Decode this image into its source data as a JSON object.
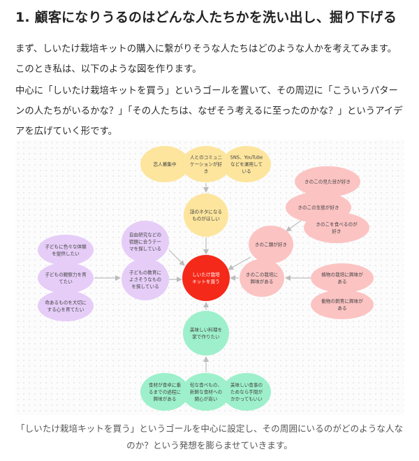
{
  "article": {
    "heading": "1. 顧客になりうるのはどんな人たちかを洗い出し、掘り下げる",
    "paragraph1": "まず、しいたけ栽培キットの購入に繋がりそうな人たちはどのような人かを考えてみます。このとき私は、以下のような図を作ります。",
    "paragraph2": "中心に「しいたけ栽培キットを買う」というゴールを置いて、その周辺に「こういうパターンの人たちがいるかな？」「その人たちは、なぜそう考えるに至ったのかな？」というアイデアを広げていく形です。",
    "caption": "「しいたけ栽培キットを買う」というゴールを中心に設定し、その周囲にいるのがどのような人なのか？という発想を膨らませていきます。"
  },
  "diagram": {
    "colors": {
      "goal": "#f5291a",
      "yellow": "#fde59d",
      "purple": "#e6cdf8",
      "pink": "#fcc3c3",
      "green": "#9df0cb",
      "arrow": "#bcbcbc"
    },
    "nodes": {
      "goal": {
        "lines": [
          "しいたけ栽培",
          "キットを買う"
        ]
      },
      "topic": {
        "lines": [
          "話のネタになる",
          "ものがほしい"
        ]
      },
      "recruit": {
        "lines": [
          "恋人募集中"
        ]
      },
      "communication": {
        "lines": [
          "人とのコミュニ",
          "ケーションが好",
          "き"
        ]
      },
      "sns": {
        "lines": [
          "SNS、YouTube",
          "などを運用して",
          "いる"
        ]
      },
      "mushroom_type": {
        "lines": [
          "きのこ類が好き"
        ]
      },
      "mushroom_grow": {
        "lines": [
          "きのこの栽培に",
          "興味がある"
        ]
      },
      "mushroom_look": {
        "lines": [
          "きのこの見た目が好き"
        ]
      },
      "mushroom_ecology": {
        "lines": [
          "きのこの生態が好き"
        ]
      },
      "mushroom_eat": {
        "lines": [
          "きのこを食べるのが",
          "好き"
        ]
      },
      "plant_grow": {
        "lines": [
          "植物の栽培に興味が",
          "ある"
        ]
      },
      "animal_raise": {
        "lines": [
          "動物の飼育に興味が",
          "ある"
        ]
      },
      "free_research": {
        "lines": [
          "自由研究などの",
          "宿題に合うテー",
          "マを探している"
        ]
      },
      "child_edu": {
        "lines": [
          "子どもの教育に",
          "よさそうなもの",
          "を探している"
        ]
      },
      "child_experience": {
        "lines": [
          "子どもに色々な体験",
          "を提供したい"
        ]
      },
      "child_observe": {
        "lines": [
          "子どもの観察力を育",
          "てたい"
        ]
      },
      "child_life": {
        "lines": [
          "命あるものを大切に",
          "する心を育てたい"
        ]
      },
      "cook": {
        "lines": [
          "美味しい料理を",
          "家で作りたい"
        ]
      },
      "food_process": {
        "lines": [
          "食材が食卓に乗",
          "るまでの過程に",
          "興味がある"
        ]
      },
      "fresh_food": {
        "lines": [
          "旬な食べもの、",
          "新鮮な食材への",
          "関心が高い"
        ]
      },
      "tasty_meal": {
        "lines": [
          "美味しい食事の",
          "ためなら手間が",
          "かかってもいい"
        ]
      }
    }
  }
}
